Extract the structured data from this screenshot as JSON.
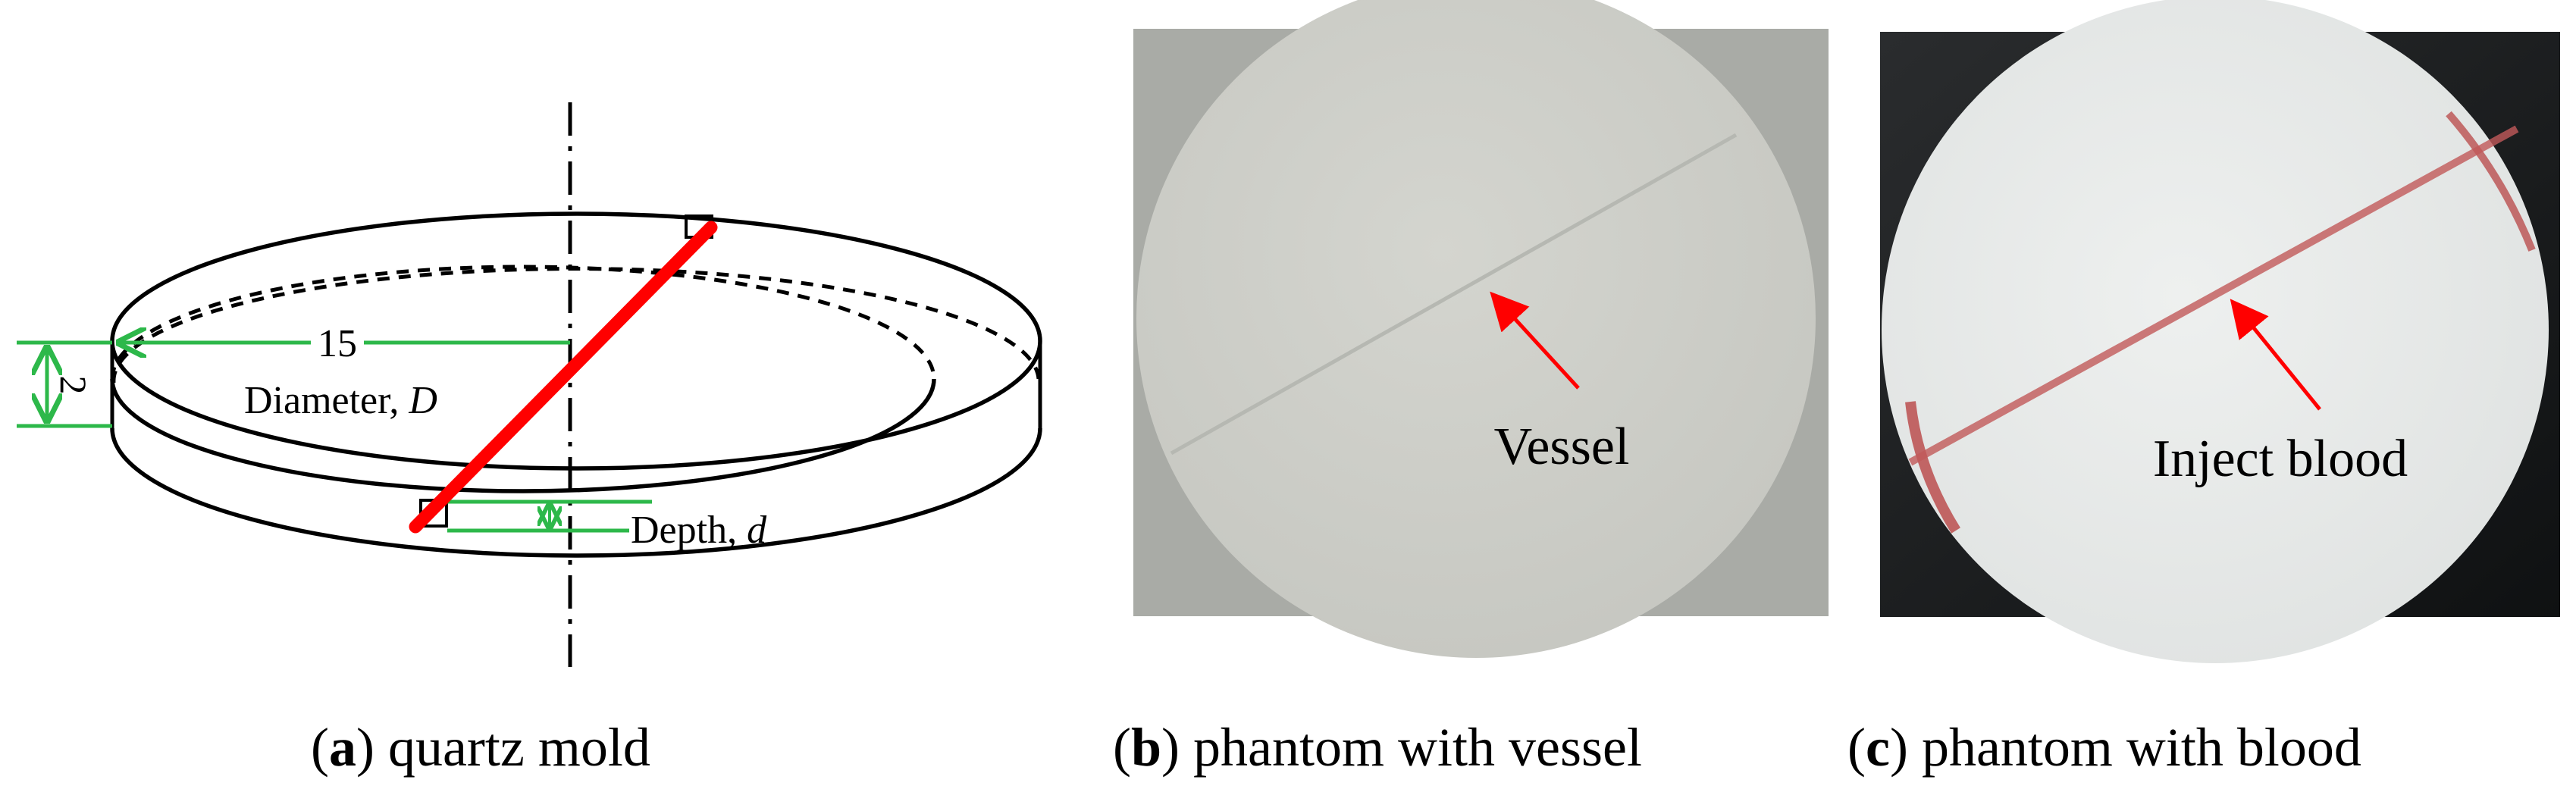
{
  "panel_a": {
    "dimension_15": "15",
    "dimension_2": "2",
    "diameter_label": "Diameter, ",
    "diameter_symbol": "D",
    "depth_label": "Depth, ",
    "depth_symbol": "d",
    "colors": {
      "vessel": "#ff0000",
      "dimension": "#2db84a",
      "outline": "#000000"
    }
  },
  "panel_b": {
    "annotation": "Vessel",
    "colors": {
      "arrow": "#ff0000",
      "disc": "#cfd0ca",
      "background": "#a9aba6"
    }
  },
  "panel_c": {
    "annotation": "Inject blood",
    "colors": {
      "arrow": "#ff0000",
      "disc": "#e9ebea",
      "background": "#1b1d1f",
      "blood": "#b53a3a"
    }
  },
  "captions": [
    {
      "letter": "a",
      "text": "quartz mold"
    },
    {
      "letter": "b",
      "text": "phantom with vessel"
    },
    {
      "letter": "c",
      "text": "phantom with blood"
    }
  ]
}
